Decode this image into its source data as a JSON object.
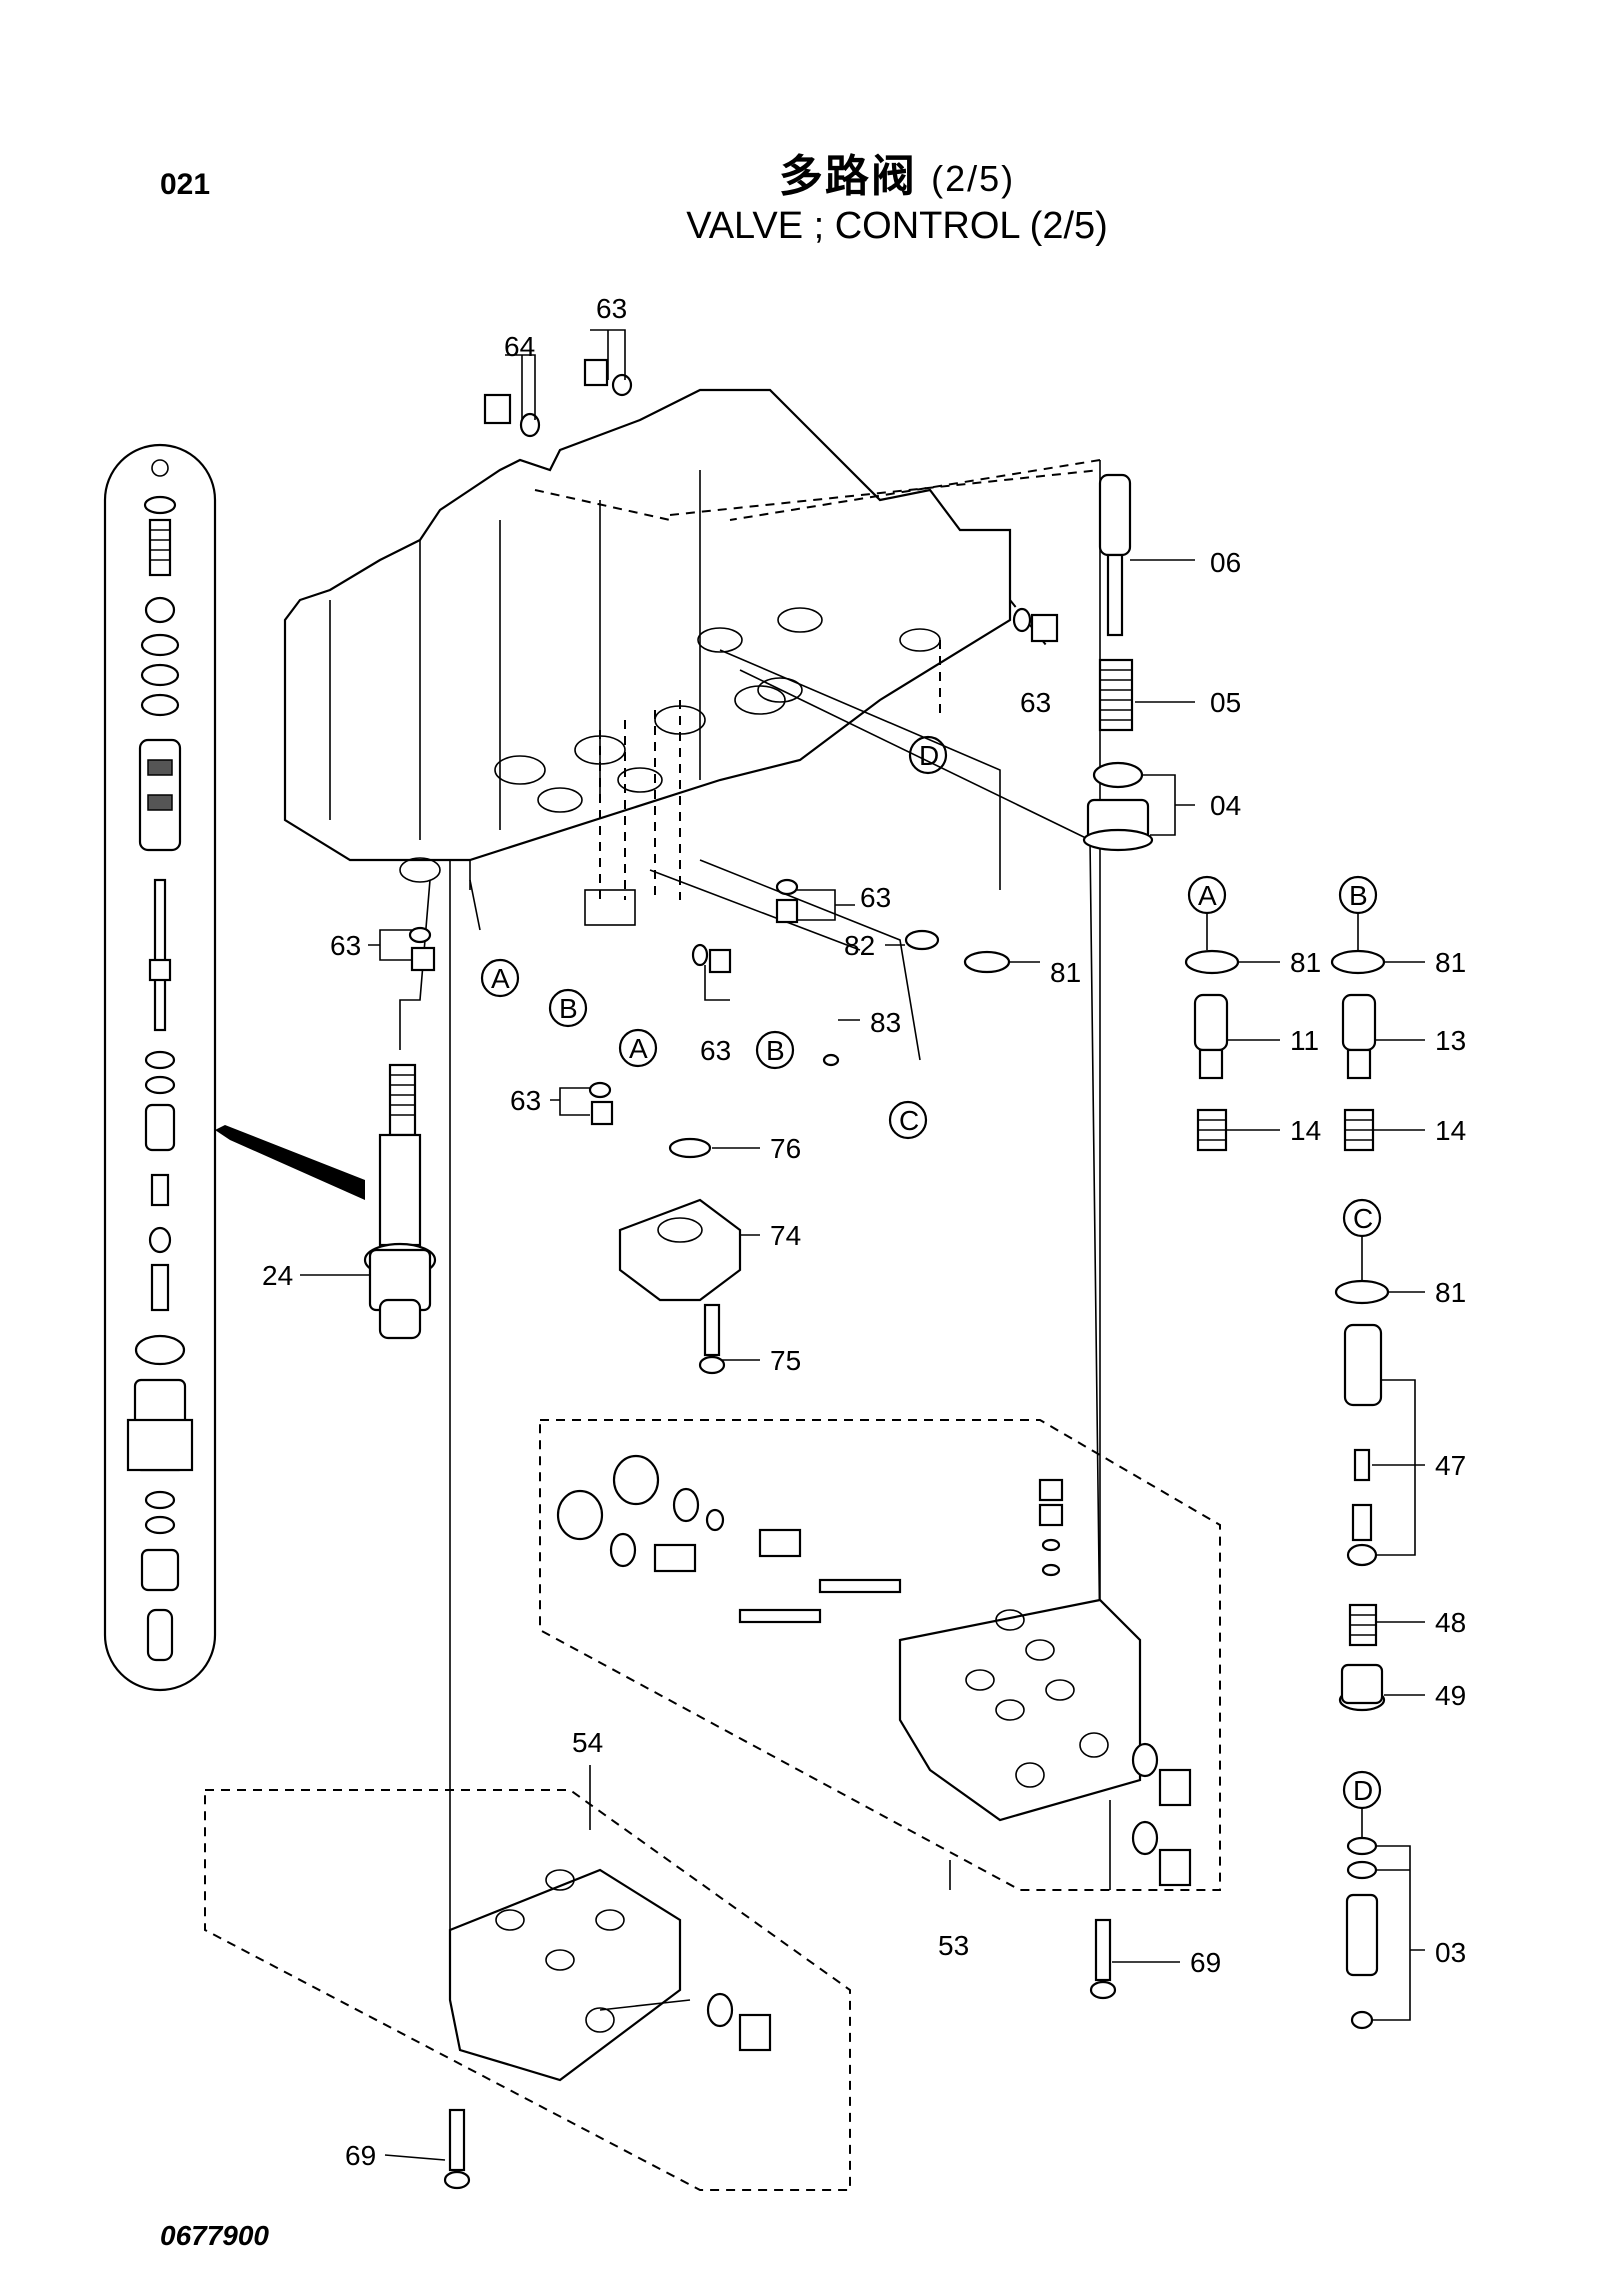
{
  "header": {
    "page_number": "021",
    "title_cn": "多路阀",
    "title_cn_suffix": "(2/5)",
    "title_en": "VALVE ; CONTROL (2/5)"
  },
  "footer": {
    "drawing_number": "0677900"
  },
  "callouts": {
    "p63": "63",
    "p64": "64",
    "p06": "06",
    "p05": "05",
    "p04": "04",
    "p81": "81",
    "p82": "82",
    "p83": "83",
    "p11": "11",
    "p13": "13",
    "p14": "14",
    "p24": "24",
    "p74": "74",
    "p75": "75",
    "p76": "76",
    "p47": "47",
    "p48": "48",
    "p49": "49",
    "p53": "53",
    "p54": "54",
    "p69": "69",
    "p03": "03"
  },
  "port_refs": {
    "A": "A",
    "B": "B",
    "C": "C",
    "D": "D"
  }
}
